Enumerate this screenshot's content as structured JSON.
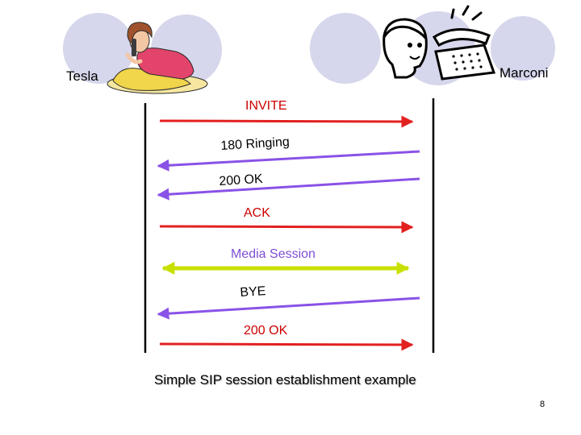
{
  "participants": {
    "left": "Tesla",
    "right": "Marconi"
  },
  "messages": [
    {
      "label": "INVITE",
      "direction": "right",
      "color": "#e32020",
      "label_color": "#cc0000"
    },
    {
      "label": "180 Ringing",
      "direction": "left",
      "color": "#8a52e6",
      "label_color": "#000000"
    },
    {
      "label": "200 OK",
      "direction": "left",
      "color": "#8a52e6",
      "label_color": "#000000"
    },
    {
      "label": "ACK",
      "direction": "right",
      "color": "#e32020",
      "label_color": "#cc0000"
    },
    {
      "label": "Media Session",
      "direction": "both",
      "color": "#c8e000",
      "label_color": "#7f4fd6"
    },
    {
      "label": "BYE",
      "direction": "left",
      "color": "#8a52e6",
      "label_color": "#000000"
    },
    {
      "label": "200 OK",
      "direction": "right",
      "color": "#e32020",
      "label_color": "#cc0000"
    }
  ],
  "caption": "Simple SIP session establishment example",
  "page_number": "8",
  "icons": [
    "woman-on-phone-icon",
    "person-with-telephone-icon"
  ],
  "colors": {
    "lifeline": "#000000",
    "circle_fill": "#d6d6ec",
    "arrow_request": "#e32020",
    "arrow_response": "#8a52e6",
    "arrow_media": "#c8e000"
  }
}
